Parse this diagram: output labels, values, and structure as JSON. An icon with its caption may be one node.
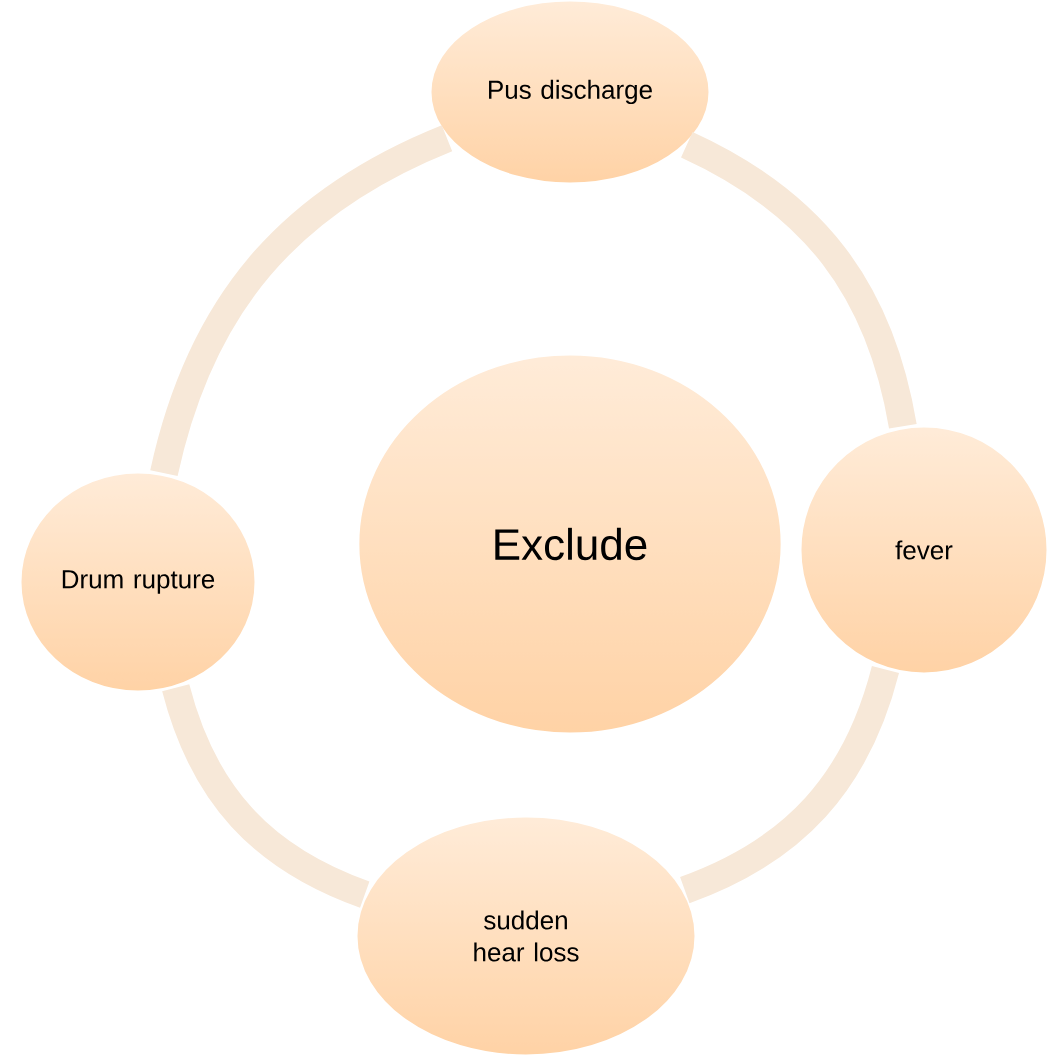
{
  "diagram": {
    "nodes": [
      {
        "text": [
          "Pus discharge"
        ]
      },
      {
        "text": [
          "Drum rupture"
        ]
      },
      {
        "text": [
          "Exclude"
        ]
      },
      {
        "text": [
          "fever"
        ]
      },
      {
        "text": [
          "sudden hear loss"
        ]
      }
    ],
    "edges": [
      {
        "from": 0,
        "to": 3,
        "arrow": "none"
      },
      {
        "from": 3,
        "to": 4,
        "arrow": "none"
      },
      {
        "from": 4,
        "to": 1,
        "arrow": "none"
      },
      {
        "from": 1,
        "to": 0,
        "arrow": "none"
      }
    ]
  }
}
